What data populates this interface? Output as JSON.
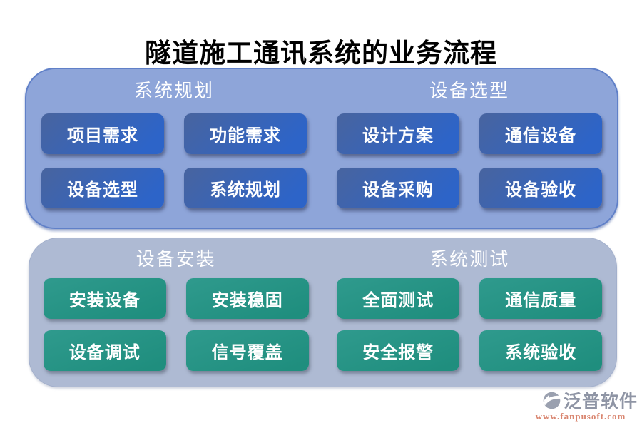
{
  "title": "隧道施工通讯系统的业务流程",
  "sections": {
    "planning": {
      "groups": [
        {
          "header": "系统规划",
          "buttons": [
            "项目需求",
            "功能需求",
            "设备选型",
            "系统规划"
          ]
        },
        {
          "header": "设备选型",
          "buttons": [
            "设计方案",
            "通信设备",
            "设备采购",
            "设备验收"
          ]
        }
      ]
    },
    "execution": {
      "groups": [
        {
          "header": "设备安装",
          "buttons": [
            "安装设备",
            "安装稳固",
            "设备调试",
            "信号覆盖"
          ]
        },
        {
          "header": "系统测试",
          "buttons": [
            "全面测试",
            "通信质量",
            "安全报警",
            "系统验收"
          ]
        }
      ]
    }
  },
  "footer": {
    "brand": "泛普软件",
    "url": "www.fanpusoft.com"
  },
  "colors": {
    "panel_top": "#8EA5D9",
    "panel_bottom": "#AEBAD3",
    "button_blue": "#2D64C8",
    "button_blue_dark": "#48649F",
    "button_green": "#259184",
    "header_text": "#FFFFFF",
    "title_text": "#000000",
    "brand_gray": "#8F95A5",
    "url_salmon": "#D9856F"
  }
}
